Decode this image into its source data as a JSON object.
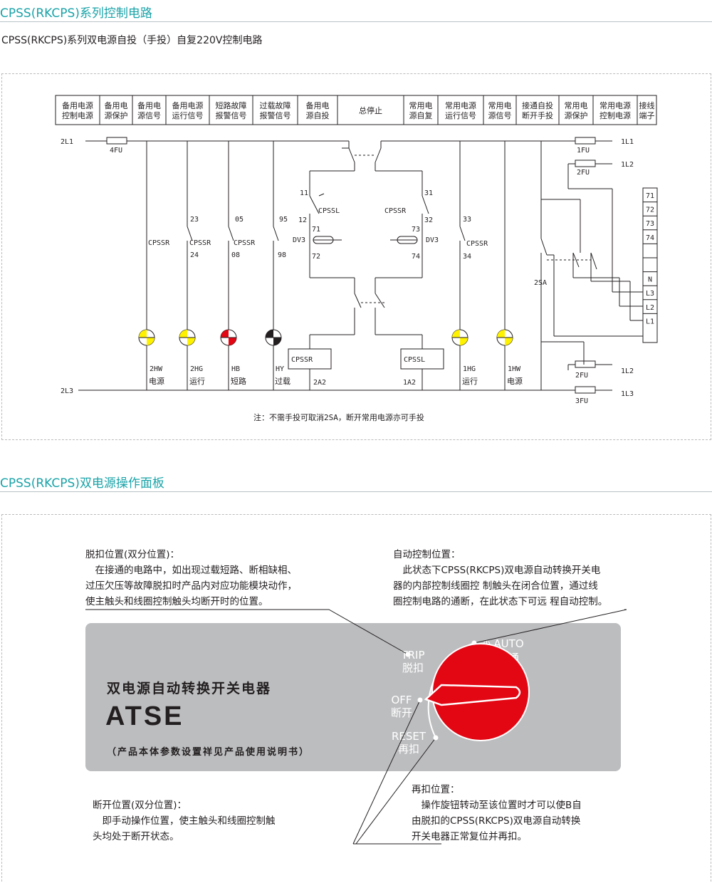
{
  "section1": {
    "title": "CPSS(RKCPS)系列控制电路",
    "subtitle": "CPSS(RKCPS)系列双电源自投（手投）自复220V控制电路"
  },
  "circuit": {
    "headers": [
      [
        "备用电源",
        "控制电源"
      ],
      [
        "备用电",
        "源保护"
      ],
      [
        "备用电",
        "源信号"
      ],
      [
        "备用电源",
        "运行信号"
      ],
      [
        "短路故障",
        "报警信号"
      ],
      [
        "过载故障",
        "报警信号"
      ],
      [
        "备用电",
        "源自投"
      ],
      [
        "总停止"
      ],
      [
        "常用电",
        "源自复"
      ],
      [
        "常用电源",
        "运行信号"
      ],
      [
        "常用电",
        "源信号"
      ],
      [
        "接通自投",
        "断开手投"
      ],
      [
        "常用电",
        "源保护"
      ],
      [
        "常用电源",
        "控制电源"
      ],
      [
        "接线",
        "端子"
      ]
    ],
    "labels": {
      "l2l1": "2L1",
      "l2l3": "2L3",
      "l1l1": "1L1",
      "l1l2a": "1L2",
      "l1l2b": "1L2",
      "l1l3": "1L3",
      "fu4": "4FU",
      "fu1": "1FU",
      "fu2a": "2FU",
      "fu2b": "2FU",
      "fu3": "3FU",
      "cpssr_a": "CPSSR",
      "cpssr_b": "CPSSR",
      "cpssr_c": "CPSSR",
      "cpssr_d": "CPSSR",
      "cpssr_top": "CPSSR",
      "cpssl_top": "CPSSL",
      "cpssr_coil": "CPSSR",
      "cpssl_coil": "CPSSL",
      "n23": "23",
      "n24": "24",
      "n05": "05",
      "n08": "08",
      "n95": "95",
      "n98": "98",
      "n11": "11",
      "n12": "12",
      "n71": "71",
      "n72": "72",
      "n31": "31",
      "n32": "32",
      "n73": "73",
      "n74": "74",
      "n33": "33",
      "n34": "34",
      "dv3a": "DV3",
      "dv3b": "DV3",
      "sa2": "2SA",
      "a2a": "2A2",
      "a2b": "1A2",
      "lamp_2hw": "2HW",
      "lamp_2hw_t": "电源",
      "lamp_2hg": "2HG",
      "lamp_2hg_t": "运行",
      "lamp_hb": "HB",
      "lamp_hb_t": "短路",
      "lamp_hy": "HY",
      "lamp_hy_t": "过载",
      "lamp_1hg": "1HG",
      "lamp_1hg_t": "运行",
      "lamp_1hw": "1HW",
      "lamp_1hw_t": "电源"
    },
    "terminals": [
      "71",
      "72",
      "73",
      "74",
      "",
      "",
      "N",
      "L3",
      "L2",
      "L1"
    ],
    "note": "注：不需手投可取消2SA，断开常用电源亦可手投"
  },
  "section2": {
    "title": "CPSS(RKCPS)双电源操作面板"
  },
  "panel": {
    "title": "双电源自动转换开关电器",
    "model": "ATSE",
    "note": "（产品本体参数设置祥见产品使用说明书）",
    "positions": {
      "auto_en": "AUTO",
      "auto_cn": "接通",
      "trip_en": "TRIP",
      "trip_cn": "脱扣",
      "off_en": "OFF",
      "off_cn": "断开",
      "reset_en": "RESET",
      "reset_cn": "再扣"
    },
    "colors": {
      "panel": "#bcbdbf",
      "knob": "#e30613",
      "lamp_yellow": "#fff200",
      "lamp_red": "#e30613"
    }
  },
  "annotations": {
    "trip": {
      "heading": "脱扣位置(双分位置)：",
      "lines": [
        "　在接通的电路中，如出现过载短路、断相缺相、",
        "过压欠压等故障脱扣时产品内对应功能模块动作，",
        "使主触头和线圈控制触头均断开时的位置。"
      ]
    },
    "auto": {
      "heading": "自动控制位置：",
      "lines": [
        "　此状态下CPSS(RKCPS)双电源自动转换开关电",
        "器的内部控制线圈控 制触头在闭合位置，通过线",
        "圈控制电路的通断，在此状态下可远 程自动控制。"
      ]
    },
    "off": {
      "heading": "断开位置(双分位置)：",
      "lines": [
        "　即手动操作位置，使主触头和线圈控制触",
        "头均处于断开状态。"
      ]
    },
    "reset": {
      "heading": "再扣位置：",
      "lines": [
        "　操作旋钮转动至该位置时才可以使B自",
        "由脱扣的CPSS(RKCPS)双电源自动转换",
        "开关电器正常复位并再扣。"
      ]
    }
  }
}
